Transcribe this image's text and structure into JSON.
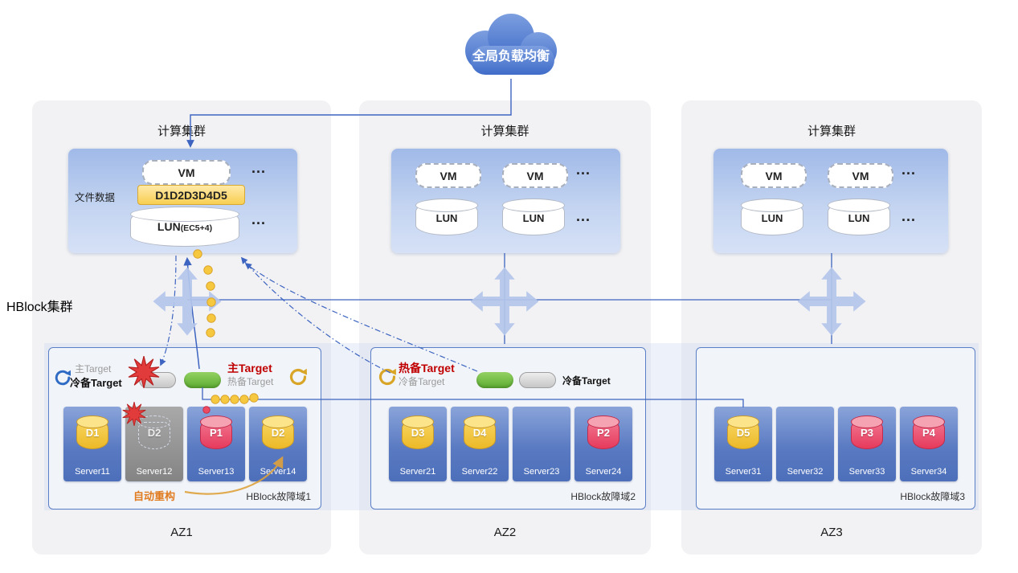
{
  "cloud": {
    "label": "全局负载均衡"
  },
  "hblock_label": "HBlock集群",
  "colors": {
    "accent": "#3d64c0",
    "data_disk": "#f2c437",
    "parity_disk": "#ee4b63",
    "active_pill": "#6cbb3c",
    "standby_pill": "#d9d9d9",
    "warning": "#e07b1f",
    "stripe_highlight": "#f8cf52"
  },
  "az1": {
    "name": "AZ1",
    "compute_title": "计算集群",
    "file_label": "文件数据",
    "vm": "VM",
    "stripe": "D1D2D3D4D5",
    "lun": "LUN",
    "lun_ec": "(EC5+4)",
    "dots1": "...",
    "dots2": "...",
    "fd": {
      "label": "HBlock故障域1",
      "old_primary": "主Target",
      "old_primary_sub": "冷备Target",
      "new_primary": "主Target",
      "new_primary_sub": "热备Target",
      "rebuild": "自动重构",
      "servers": [
        {
          "name": "Server11",
          "disk": "D1",
          "disk_type": "data"
        },
        {
          "name": "Server12",
          "disk": "D2",
          "disk_type": "failed"
        },
        {
          "name": "Server13",
          "disk": "P1",
          "disk_type": "parity"
        },
        {
          "name": "Server14",
          "disk": "D2",
          "disk_type": "data"
        }
      ]
    }
  },
  "az2": {
    "name": "AZ2",
    "compute_title": "计算集群",
    "vm1": "VM",
    "vm2": "VM",
    "lun1": "LUN",
    "lun2": "LUN",
    "dots1": "...",
    "dots2": "...",
    "fd": {
      "label": "HBlock故障域2",
      "hot": "热备Target",
      "hot_sub": "冷备Target",
      "cold": "冷备Target",
      "servers": [
        {
          "name": "Server21",
          "disk": "D3",
          "disk_type": "data"
        },
        {
          "name": "Server22",
          "disk": "D4",
          "disk_type": "data"
        },
        {
          "name": "Server23",
          "disk": "",
          "disk_type": "none"
        },
        {
          "name": "Server24",
          "disk": "P2",
          "disk_type": "parity"
        }
      ]
    }
  },
  "az3": {
    "name": "AZ3",
    "compute_title": "计算集群",
    "vm1": "VM",
    "vm2": "VM",
    "lun1": "LUN",
    "lun2": "LUN",
    "dots1": "...",
    "dots2": "...",
    "fd": {
      "label": "HBlock故障域3",
      "servers": [
        {
          "name": "Server31",
          "disk": "D5",
          "disk_type": "data"
        },
        {
          "name": "Server32",
          "disk": "",
          "disk_type": "none"
        },
        {
          "name": "Server33",
          "disk": "P3",
          "disk_type": "parity"
        },
        {
          "name": "Server34",
          "disk": "P4",
          "disk_type": "parity"
        }
      ]
    }
  }
}
